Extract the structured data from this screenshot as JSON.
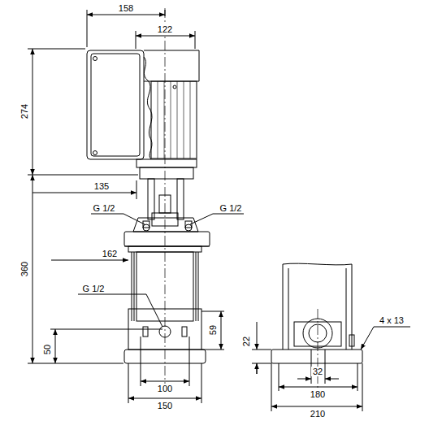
{
  "diagram": {
    "labels": [
      "158",
      "122",
      "274",
      "135",
      "G 1/2",
      "G 1/2",
      "360",
      "162",
      "G 1/2",
      "59",
      "50",
      "100",
      "150",
      "22",
      "32",
      "180",
      "210",
      "4 x 13"
    ]
  }
}
